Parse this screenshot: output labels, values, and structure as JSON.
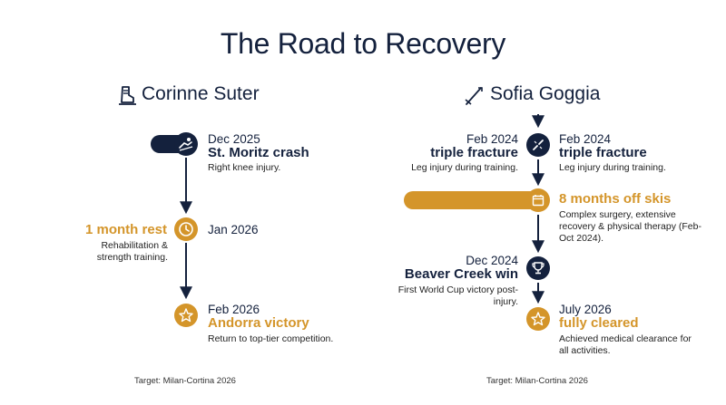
{
  "title": "The Road to Recovery",
  "colors": {
    "navy": "#14213d",
    "gold": "#d4952a"
  },
  "left": {
    "athlete": "Corinne Suter",
    "athlete_icon": "ski-boot-icon",
    "events": [
      {
        "date": "Dec 2025",
        "heading": "St. Moritz crash",
        "desc": "Right knee injury.",
        "icon": "crash-icon",
        "color": "navy"
      },
      {
        "date": "Jan 2026",
        "heading": "1 month rest",
        "desc": "Rehabilitation & strength training.",
        "icon": "clock-icon",
        "color": "gold"
      },
      {
        "date": "Feb 2026",
        "heading": "Andorra victory",
        "desc": "Return to top-tier competition.",
        "icon": "star-icon",
        "color": "gold"
      }
    ],
    "footer": "Target: Milan-Cortina 2026"
  },
  "right": {
    "athlete": "Sofia Goggia",
    "athlete_icon": "ski-pole-icon",
    "events": [
      {
        "date": "Feb 2024",
        "heading": "triple fracture",
        "desc": "Leg injury during training.",
        "icon": "fracture-icon",
        "color": "navy"
      },
      {
        "date": "",
        "heading": "8 months off skis",
        "desc": "Complex surgery, extensive recovery & physical therapy (Feb-Oct 2024).",
        "icon": "calendar-icon",
        "color": "gold"
      },
      {
        "date": "Dec 2024",
        "heading": "Beaver Creek win",
        "desc": "First World Cup victory post-injury.",
        "icon": "trophy-icon",
        "color": "navy"
      },
      {
        "date": "July 2026",
        "heading": "fully cleared",
        "desc": "Achieved medical clearance for all activities.",
        "icon": "star-icon",
        "color": "gold"
      }
    ],
    "footer": "Target: Milan-Cortina 2026"
  }
}
